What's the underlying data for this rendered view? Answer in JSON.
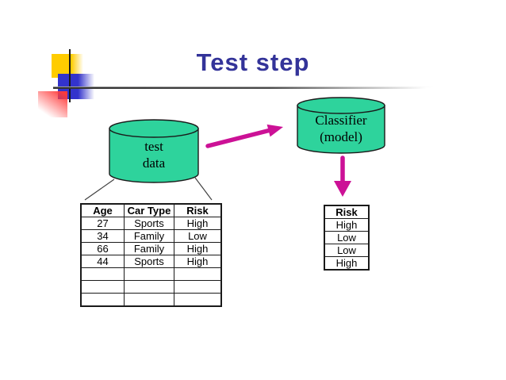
{
  "slide": {
    "title": "Test step"
  },
  "colors": {
    "title_text": "#333399",
    "cylinder_fill": "#2ED39C",
    "cylinder_stroke": "#1a1a1a",
    "arrow": "#CC1196",
    "deco_yellow": "#FFCC00",
    "deco_blue": "#3333CC",
    "deco_red": "#FF3B3B"
  },
  "diagram": {
    "test_data_cylinder": {
      "line1": "test",
      "line2": "data"
    },
    "classifier_cylinder": {
      "line1": "Classifier",
      "line2": "(model)"
    }
  },
  "tables": {
    "test_table": {
      "headers": [
        "Age",
        "Car Type",
        "Risk"
      ],
      "rows": [
        [
          "27",
          "Sports",
          "High"
        ],
        [
          "34",
          "Family",
          "Low"
        ],
        [
          "66",
          "Family",
          "High"
        ],
        [
          "44",
          "Sports",
          "High"
        ],
        [
          "",
          "",
          ""
        ],
        [
          "",
          "",
          ""
        ],
        [
          "",
          "",
          ""
        ]
      ]
    },
    "result_table": {
      "header": "Risk",
      "rows": [
        "High",
        "Low",
        "Low",
        "High"
      ]
    }
  }
}
